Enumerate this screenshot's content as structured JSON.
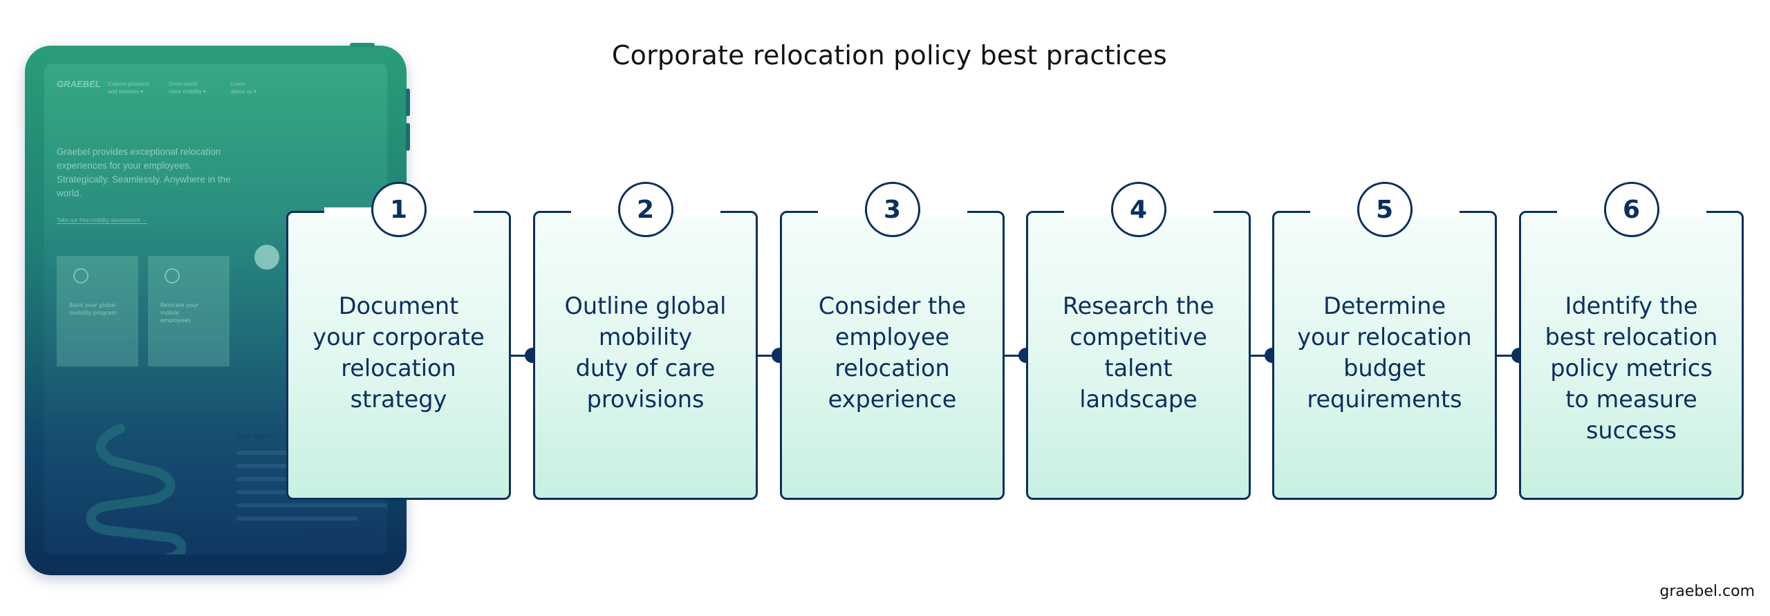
{
  "title": "Corporate relocation policy best practices",
  "footer_text": "graebel.com",
  "colors": {
    "navy": "#0b2f5e",
    "card_top": "#f5fdfa",
    "card_bottom": "#c8f0e0",
    "tablet_top": "#2a9d78",
    "tablet_bottom": "#0b2e55"
  },
  "tablet_screen": {
    "logo": "GRAEBEL",
    "nav": [
      "Explore products\nand services ▾",
      "Grow world-\nclass mobility ▾",
      "Learn\nabout us ▾"
    ],
    "hero": "Graebel provides exceptional relocation experiences for your employees. Strategically. Seamlessly. Anywhere in the world.",
    "cta": "Take our free mobility assessment →",
    "cards": [
      "Build your global\nmobility program",
      "Relocate your\nmobile\nemployees"
    ],
    "section_title": "Our talent"
  },
  "steps": [
    {
      "number": "1",
      "label": "Document\nyour corporate\nrelocation\nstrategy"
    },
    {
      "number": "2",
      "label": "Outline global\nmobility\nduty of care\nprovisions"
    },
    {
      "number": "3",
      "label": "Consider the\nemployee\nrelocation\nexperience"
    },
    {
      "number": "4",
      "label": "Research the\ncompetitive\ntalent\nlandscape"
    },
    {
      "number": "5",
      "label": "Determine\nyour relocation\nbudget\nrequirements"
    },
    {
      "number": "6",
      "label": "Identify the\nbest relocation\npolicy metrics\nto measure\nsuccess"
    }
  ]
}
